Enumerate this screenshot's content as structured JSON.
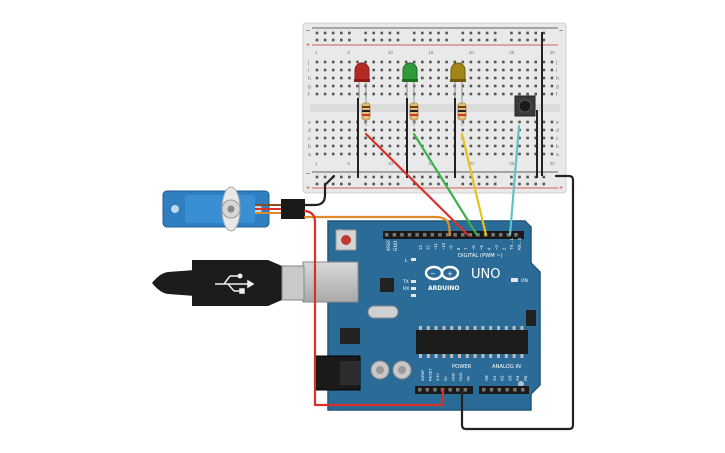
{
  "breadboard": {
    "row_letters_top": [
      "j",
      "i",
      "h",
      "g",
      "f"
    ],
    "row_letters_bottom": [
      "e",
      "d",
      "c",
      "b",
      "a"
    ],
    "column_numbers": [
      "1",
      "5",
      "10",
      "15",
      "20",
      "25",
      "30"
    ]
  },
  "leds": [
    {
      "name": "red-led",
      "color": "#c0302a"
    },
    {
      "name": "green-led",
      "color": "#2f9a38"
    },
    {
      "name": "yellow-led",
      "color": "#b59420"
    }
  ],
  "arduino": {
    "board_name": "UNO",
    "brand": "ARDUINO",
    "digital_header_label": "DIGITAL (PWM ~)",
    "analog_header_label": "ANALOG IN",
    "power_header_label": "POWER",
    "on_label": "ON",
    "tx_label": "TX",
    "rx_label": "RX",
    "l_label": "L",
    "aref_label": "AREF",
    "gnd_label": "GND",
    "digital_pins": [
      "13",
      "12",
      "~11",
      "~10",
      "~9",
      "8",
      "7",
      "~6",
      "~5",
      "4",
      "~3",
      "2",
      "TX→1",
      "RX←0"
    ],
    "analog_pins": [
      "A0",
      "A1",
      "A2",
      "A3",
      "A4",
      "A5"
    ],
    "power_pins": [
      "IOREF",
      "RESET",
      "3.3V",
      "5V",
      "GND",
      "GND",
      "Vin"
    ]
  },
  "wire_colors": {
    "red": "#d8312a",
    "green": "#3db04a",
    "yellow": "#e3c31c",
    "cyan": "#5fc3c9",
    "orange": "#e08a2a",
    "black": "#222222",
    "power_red": "#d8312a"
  }
}
